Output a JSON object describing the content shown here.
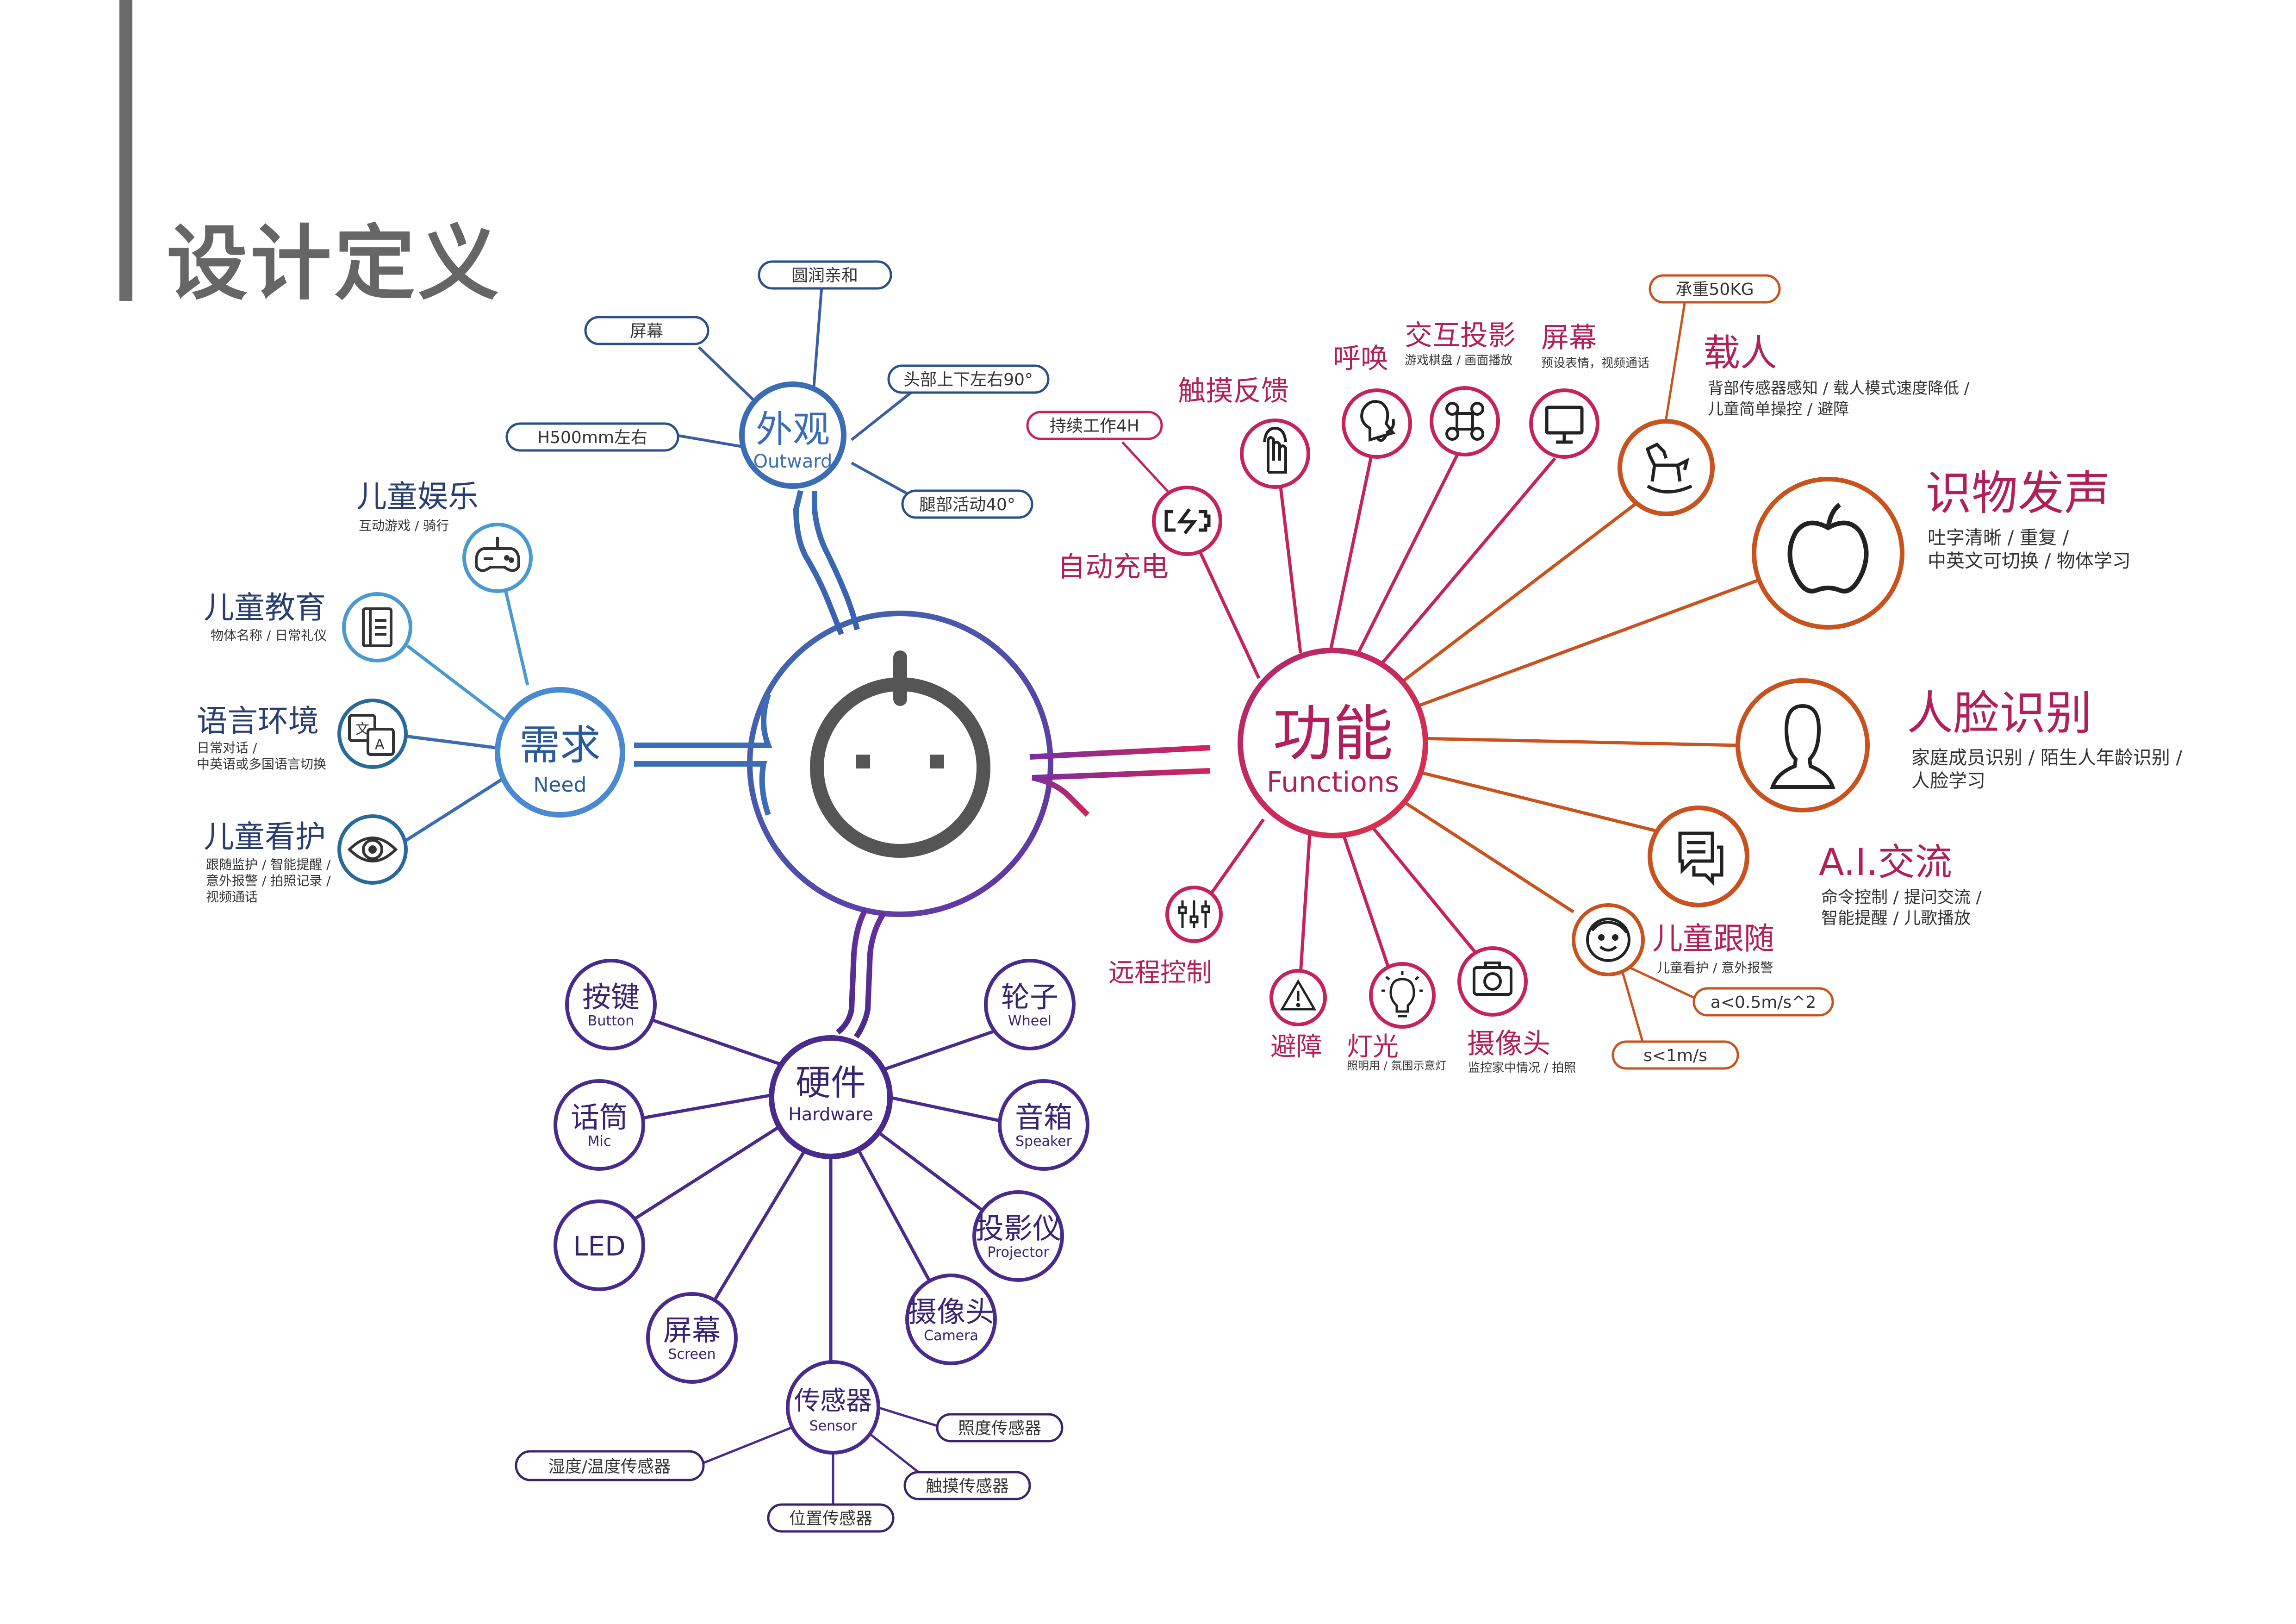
{
  "title": "设计定义",
  "colors": {
    "title_bar": "#6b6b6b",
    "title_text": "#666666",
    "center": "#555555",
    "outward": "#3a6db3",
    "need": "#3a7cbf",
    "hardware": "#4a2a8c",
    "functions": "#d02458",
    "functions_orange": "#c8531e",
    "text_dark": "#333333"
  },
  "outward": {
    "title": "外观",
    "subtitle": "Outward",
    "items": [
      "圆润亲和",
      "屏幕",
      "头部上下左右90°",
      "H500mm左右",
      "腿部活动40°"
    ]
  },
  "need": {
    "title": "需求",
    "subtitle": "Need",
    "items": [
      {
        "title": "儿童娱乐",
        "desc": [
          "互动游戏 / 骑行"
        ],
        "icon": "gamepad-icon"
      },
      {
        "title": "儿童教育",
        "desc": [
          "物体名称 / 日常礼仪"
        ],
        "icon": "book-icon"
      },
      {
        "title": "语言环境",
        "desc": [
          "日常对话 /",
          "中英语或多国语言切换"
        ],
        "icon": "translate-icon"
      },
      {
        "title": "儿童看护",
        "desc": [
          "跟随监护 / 智能提醒 /",
          "意外报警 / 拍照记录 /",
          "视频通话"
        ],
        "icon": "eye-icon"
      }
    ]
  },
  "hardware": {
    "title": "硬件",
    "subtitle": "Hardware",
    "items": [
      {
        "title": "按键",
        "sub": "Button"
      },
      {
        "title": "话筒",
        "sub": "Mic"
      },
      {
        "title": "LED",
        "sub": ""
      },
      {
        "title": "屏幕",
        "sub": "Screen"
      },
      {
        "title": "轮子",
        "sub": "Wheel"
      },
      {
        "title": "音箱",
        "sub": "Speaker"
      },
      {
        "title": "投影仪",
        "sub": "Projector"
      },
      {
        "title": "摄像头",
        "sub": "Camera"
      }
    ],
    "sensor": {
      "title": "传感器",
      "subtitle": "Sensor",
      "items": [
        "照度传感器",
        "湿度/温度传感器",
        "触摸传感器",
        "位置传感器"
      ]
    }
  },
  "functions": {
    "title": "功能",
    "subtitle": "Functions",
    "items": [
      {
        "title": "自动充电",
        "desc": "",
        "icon": "battery-icon",
        "tag": "持续工作4H"
      },
      {
        "title": "触摸反馈",
        "desc": "",
        "icon": "touch-icon"
      },
      {
        "title": "呼唤",
        "desc": "",
        "icon": "bell-icon"
      },
      {
        "title": "交互投影",
        "desc": "游戏棋盘 / 画面播放",
        "icon": "command-icon"
      },
      {
        "title": "屏幕",
        "desc": "预设表情，视频通话",
        "icon": "monitor-icon"
      },
      {
        "title": "载人",
        "desc": [
          "背部传感器感知 / 载人模式速度降低 /",
          "儿童简单操控 / 避障"
        ],
        "icon": "rocking-horse-icon",
        "tag": "承重50KG"
      },
      {
        "title": "识物发声",
        "desc": [
          "吐字清晰 / 重复 /",
          "中英文可切换 / 物体学习"
        ],
        "icon": "apple-icon"
      },
      {
        "title": "人脸识别",
        "desc": [
          "家庭成员识别 / 陌生人年龄识别 /",
          "人脸学习"
        ],
        "icon": "face-icon"
      },
      {
        "title": "A.I.交流",
        "desc": [
          "命令控制 / 提问交流 /",
          "智能提醒 / 儿歌播放"
        ],
        "icon": "chat-icon"
      },
      {
        "title": "儿童跟随",
        "desc": "儿童看护 / 意外报警",
        "icon": "smile-icon",
        "tags": [
          "a<0.5m/s^2",
          "s<1m/s"
        ]
      },
      {
        "title": "远程控制",
        "desc": "",
        "icon": "sliders-icon"
      },
      {
        "title": "避障",
        "desc": "",
        "icon": "warning-icon"
      },
      {
        "title": "灯光",
        "desc": "照明用 / 氛围示意灯",
        "icon": "bulb-icon"
      },
      {
        "title": "摄像头",
        "desc": "监控家中情况 / 拍照",
        "icon": "camera-icon"
      }
    ]
  }
}
